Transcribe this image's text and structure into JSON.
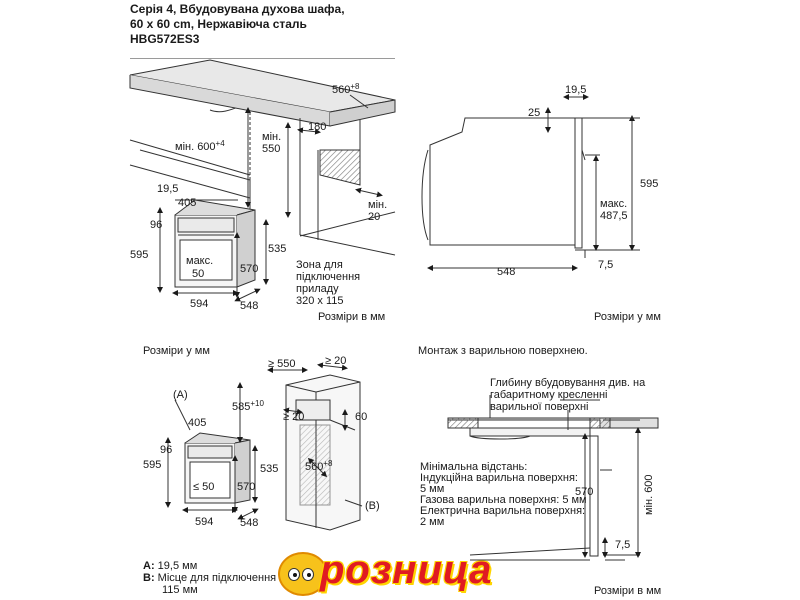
{
  "header": {
    "line1": "Серія 4, Вбудовувана духова шафа,",
    "line2": "60 x 60 cm, Нержавіюча сталь",
    "line3": "HBG572ES3"
  },
  "panel1": {
    "dims": {
      "top_depth": "560+8",
      "min_height": "мін. 600+4",
      "min_550": "мін.\n550",
      "d180": "180",
      "min_20": "мін.\n20",
      "d19_5": "19,5",
      "d405": "405",
      "d96": "96",
      "d595": "595",
      "d535": "535",
      "max_50": "макс.\n50",
      "d570": "570",
      "d594": "594",
      "d548": "548"
    },
    "connection_zone": "Зона для\nпідключення\nприладу\n320 x 115",
    "units": "Розміри в мм"
  },
  "panel2": {
    "dims": {
      "d19_5": "19,5",
      "d25": "25",
      "d595": "595",
      "max_487_5": "макс.\n487,5",
      "d548": "548",
      "d7_5": "7,5"
    },
    "units": "Розміри у мм"
  },
  "panel3": {
    "units_top": "Розміри у мм",
    "dims": {
      "ge550": "≥ 550",
      "ge20_top": "≥ 20",
      "A": "(A)",
      "d585": "585+10",
      "ge20_mid": "≥ 20",
      "d60": "60",
      "d405": "405",
      "d96": "96",
      "d595": "595",
      "d535": "535",
      "le50": "≤ 50",
      "d570": "570",
      "d560": "560+8",
      "B": "(B)",
      "d594": "594",
      "d548": "548"
    }
  },
  "panel4": {
    "title": "Монтаж з варильною поверхнею.",
    "note_depth": "Глибину вбудовування див. на\nгабаритному кресленні\nварильної поверхні",
    "min_distance": "Мінімальна відстань:\nІндукційна варильна поверхня:\n5 мм\nГазова варильна поверхня: 5 мм\nЕлектрична варильна поверхня:\n2 мм",
    "d570": "570",
    "min600": "мін. 600",
    "d7_5": "7,5",
    "units": "Розміри в мм"
  },
  "notes": {
    "a_label": "A:",
    "a_text": "19,5 мм",
    "b_label": "B:",
    "b_text": "Місце для підключення",
    "b_text2": "115 мм"
  },
  "logo": {
    "text": "розница"
  }
}
